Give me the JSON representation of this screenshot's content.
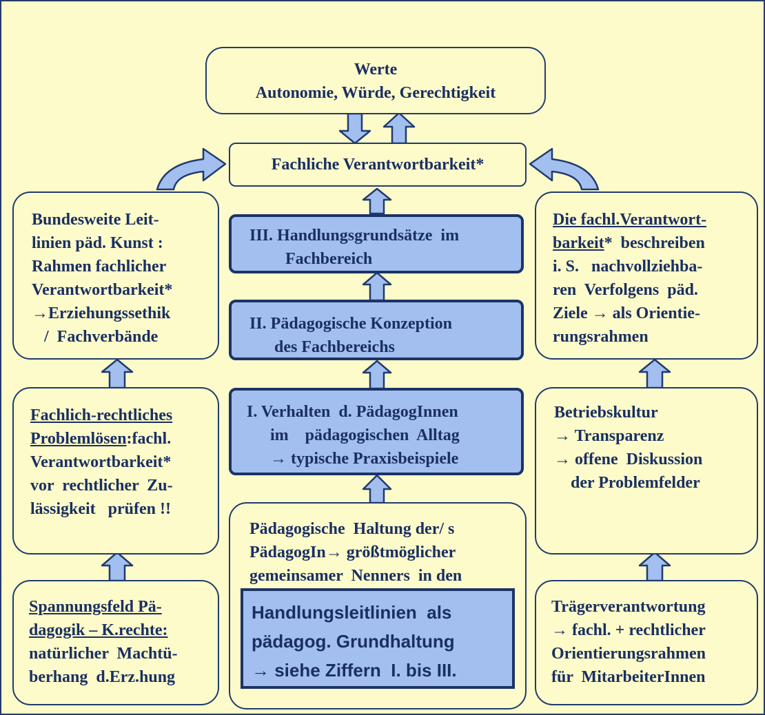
{
  "colors": {
    "background": "#fdfbc9",
    "border": "#1f3b6e",
    "box_fill": "#a3bff0",
    "text": "#1a2f63"
  },
  "top": {
    "line1": "Werte",
    "line2": "Autonomie, Würde, Gerechtigkeit"
  },
  "fachlich": {
    "text": "Fachliche  Verantwortbarkeit*"
  },
  "level3": {
    "line1": "III. Handlungsgrundsätze  im",
    "line2": "Fachbereich"
  },
  "level2": {
    "line1": "II. Pädagogische Konzeption",
    "line2": "des Fachbereichs"
  },
  "level1": {
    "line1": "I. Verhalten  d. PädagogInnen",
    "line2": "im    pädagogischen  Alltag",
    "line3": "→ typische Praxisbeispiele"
  },
  "haltung": {
    "line1": "Pädagogische  Haltung der/ s",
    "line2": "PädagogIn→ größtmöglicher",
    "line3": "gemeinsamer  Nenners  in den"
  },
  "leitlinien": {
    "line1": "Handlungsleitlinien  als",
    "line2": "pädagog. Grundhaltung",
    "line3": "→ siehe Ziffern  I. bis III."
  },
  "left_top": {
    "line1": "Bundesweite Leit-",
    "line2": "linien päd. Kunst :",
    "line3": "Rahmen fachlicher",
    "line4": "Verantwortbarkeit*",
    "line5": "→Erziehungssethik",
    "line6": "   /  Fachverbände"
  },
  "left_mid": {
    "line1_u": "Fachlich-rechtliches",
    "line2_u": "Problemlösen",
    "line2_rest": ":fachl.",
    "line3": "Verantwortbarkeit*",
    "line4": "vor  rechtlicher  Zu-",
    "line5": "lässigkeit   prüfen !!"
  },
  "left_bottom": {
    "line1_u": "Spannungsfeld Pä-",
    "line2_u": "dagogik – K.rechte:",
    "line3": "natürlicher  Machtü-",
    "line4": "berhang  d.Erz.hung"
  },
  "right_top": {
    "line1_u": "Die fachl.Verantwort-",
    "line2_u": "barkeit",
    "line2_rest": "*  beschreiben",
    "line3": "i. S.   nachvollziehba-",
    "line4": "ren  Verfolgens  päd.",
    "line5": "Ziele → als Orientie-",
    "line6": "rungsrahmen"
  },
  "right_mid": {
    "line1": "Betriebskultur",
    "line2": "→ Transparenz",
    "line3": "→ offene  Diskussion",
    "line4": "    der Problemfelder"
  },
  "right_bottom": {
    "line1": "Trägerverantwortung",
    "line2": "→ fachl. + rechtlicher",
    "line3": "Orientierungsrahmen",
    "line4": "für  MitarbeiterInnen"
  }
}
